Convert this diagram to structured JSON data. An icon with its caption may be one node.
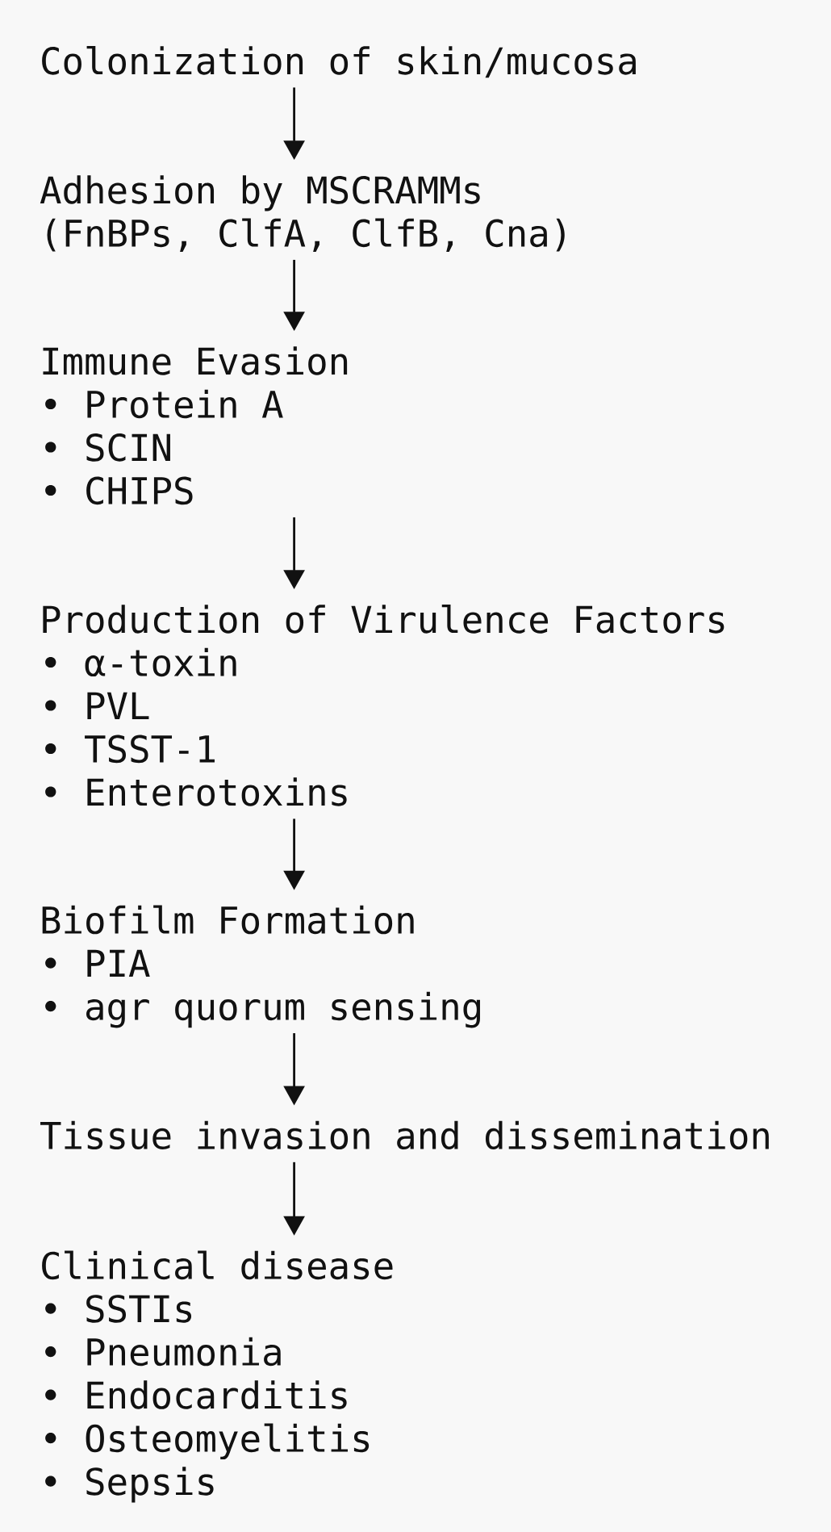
{
  "diagram": {
    "nodes": [
      {
        "text": [
          "Colonization of skin/mucosa"
        ]
      },
      {
        "text": [
          "Adhesion by MSCRAMMs",
          "(FnBPs, ClfA, ClfB, Cna)"
        ]
      },
      {
        "text": [
          "Immune Evasion",
          "• Protein A",
          "• SCIN",
          "• CHIPS"
        ]
      },
      {
        "text": [
          "Production of Virulence Factors",
          "• α-toxin",
          "• PVL",
          "• TSST-1",
          "• Enterotoxins"
        ]
      },
      {
        "text": [
          "Biofilm Formation",
          "• PIA",
          "• agr quorum sensing"
        ]
      },
      {
        "text": [
          "Tissue invasion and dissemination"
        ]
      },
      {
        "text": [
          "Clinical disease",
          "• SSTIs",
          "• Pneumonia",
          "• Endocarditis",
          "• Osteomyelitis",
          "• Sepsis"
        ]
      }
    ],
    "edges": [
      {
        "from": 0,
        "to": 1,
        "arrow": "to"
      },
      {
        "from": 1,
        "to": 2,
        "arrow": "to"
      },
      {
        "from": 2,
        "to": 3,
        "arrow": "to"
      },
      {
        "from": 3,
        "to": 4,
        "arrow": "to"
      },
      {
        "from": 4,
        "to": 5,
        "arrow": "to"
      },
      {
        "from": 5,
        "to": 6,
        "arrow": "to"
      }
    ]
  }
}
